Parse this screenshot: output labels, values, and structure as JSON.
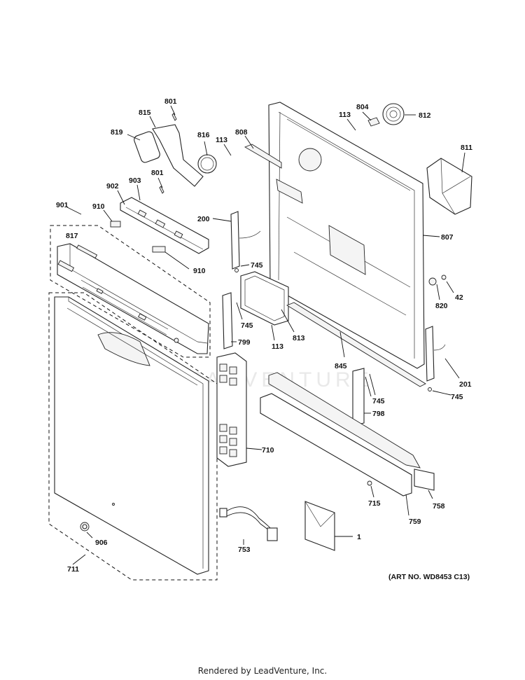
{
  "art_number": "(ART NO. WD8453 C13)",
  "footer": "Rendered by LeadVenture, Inc.",
  "watermark": "LEADVENTURE",
  "labels": [
    {
      "id": "801a",
      "text": "801"
    },
    {
      "id": "815",
      "text": "815"
    },
    {
      "id": "819",
      "text": "819"
    },
    {
      "id": "816",
      "text": "816"
    },
    {
      "id": "113a",
      "text": "113"
    },
    {
      "id": "808",
      "text": "808"
    },
    {
      "id": "113b",
      "text": "113"
    },
    {
      "id": "804",
      "text": "804"
    },
    {
      "id": "812",
      "text": "812"
    },
    {
      "id": "811",
      "text": "811"
    },
    {
      "id": "801b",
      "text": "801"
    },
    {
      "id": "903",
      "text": "903"
    },
    {
      "id": "902",
      "text": "902"
    },
    {
      "id": "901",
      "text": "901"
    },
    {
      "id": "910a",
      "text": "910"
    },
    {
      "id": "200",
      "text": "200"
    },
    {
      "id": "817",
      "text": "817"
    },
    {
      "id": "807",
      "text": "807"
    },
    {
      "id": "910b",
      "text": "910"
    },
    {
      "id": "745a",
      "text": "745"
    },
    {
      "id": "820",
      "text": "820"
    },
    {
      "id": "42",
      "text": "42"
    },
    {
      "id": "745b",
      "text": "745"
    },
    {
      "id": "813",
      "text": "813"
    },
    {
      "id": "799",
      "text": "799"
    },
    {
      "id": "113c",
      "text": "113"
    },
    {
      "id": "845",
      "text": "845"
    },
    {
      "id": "201",
      "text": "201"
    },
    {
      "id": "745c",
      "text": "745"
    },
    {
      "id": "745d",
      "text": "745"
    },
    {
      "id": "798",
      "text": "798"
    },
    {
      "id": "710",
      "text": "710"
    },
    {
      "id": "715",
      "text": "715"
    },
    {
      "id": "758",
      "text": "758"
    },
    {
      "id": "759",
      "text": "759"
    },
    {
      "id": "906",
      "text": "906"
    },
    {
      "id": "753",
      "text": "753"
    },
    {
      "id": "1",
      "text": "1"
    },
    {
      "id": "711",
      "text": "711"
    }
  ]
}
